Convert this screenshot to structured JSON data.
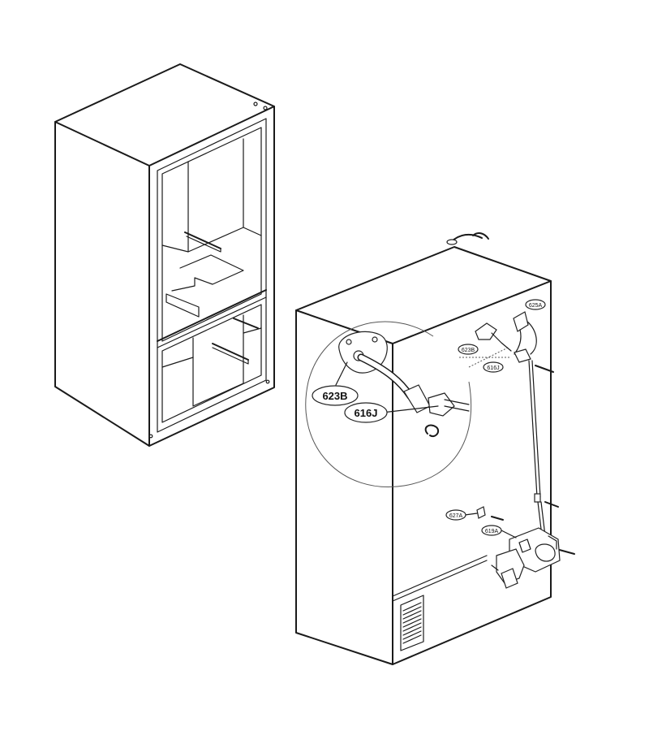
{
  "callouts": {
    "zoom_623B": "623B",
    "zoom_616J": "616J",
    "c625A": "625A",
    "c623B": "623B",
    "c616J": "616J",
    "c627A": "627A",
    "c619A": "619A"
  }
}
